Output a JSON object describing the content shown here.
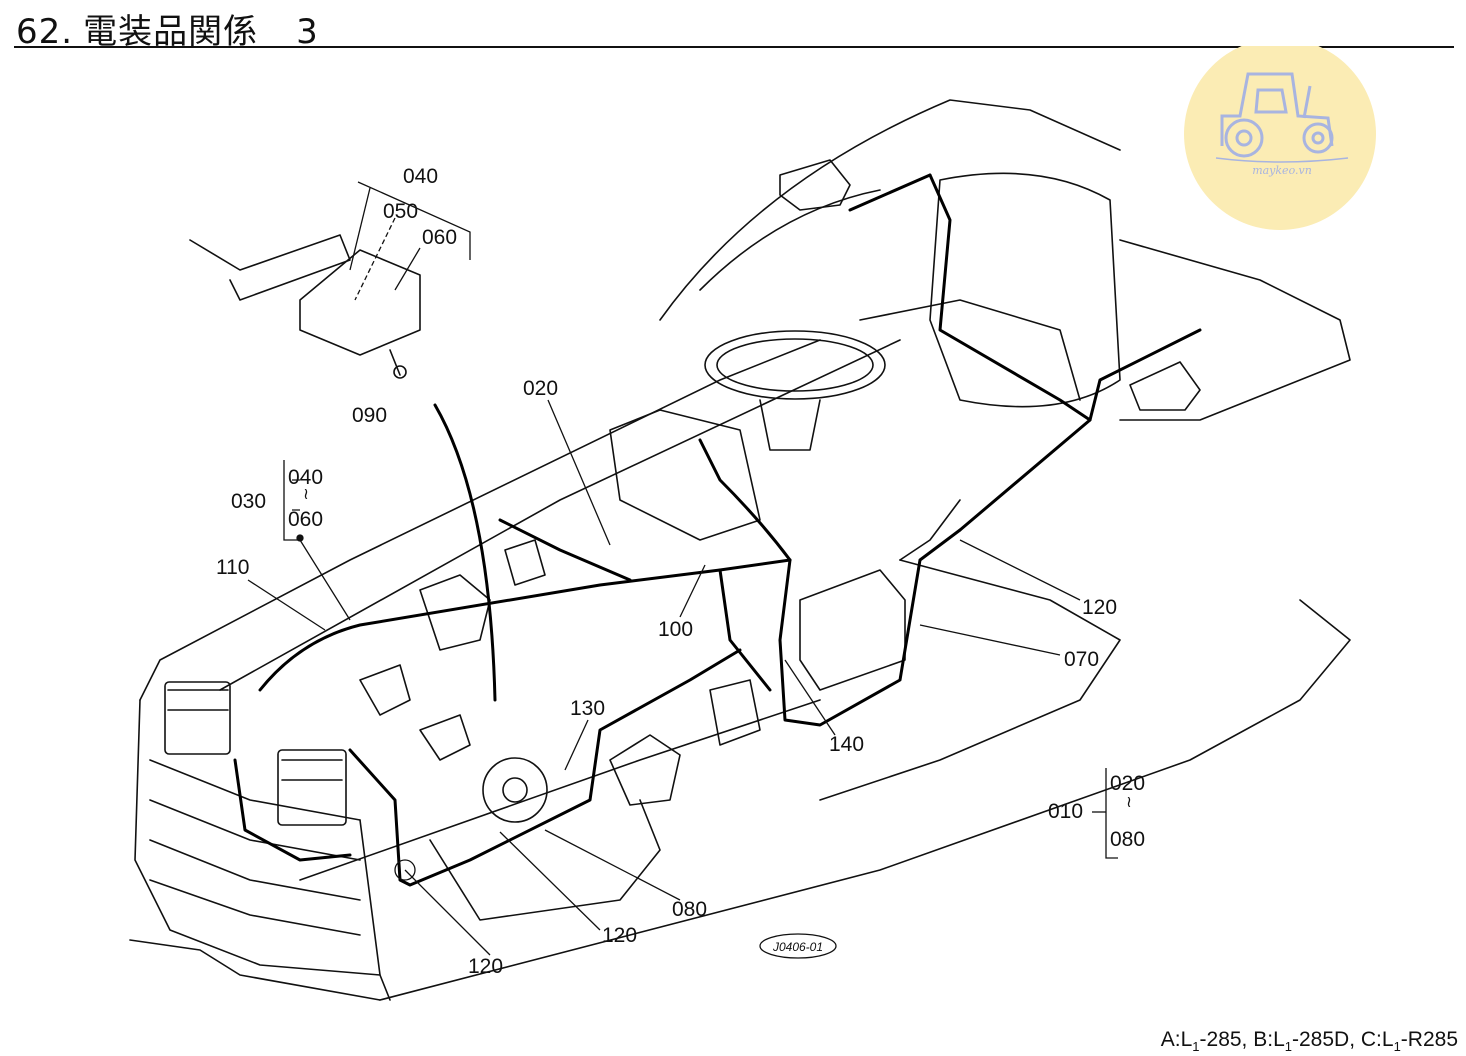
{
  "header": {
    "number": "62.",
    "title": "電装品関係",
    "volume": "3"
  },
  "logo": {
    "text": "maykeo.vn",
    "icon": "tractor-icon",
    "color_bg": "#fbecb4",
    "color_fg": "#a8b4e0"
  },
  "callouts": {
    "c020": "020",
    "c040": "040",
    "c050": "050",
    "c060": "060",
    "c090": "090",
    "c030": "030",
    "c030_from": "040",
    "c030_to": "060",
    "c110": "110",
    "c100": "100",
    "c120a": "120",
    "c070": "070",
    "c130": "130",
    "c140": "140",
    "c010": "010",
    "c010_from": "020",
    "c010_to": "080",
    "c080": "080",
    "c120b": "120",
    "c120c": "120"
  },
  "figure_code": "J0406-01",
  "footer": {
    "a_prefix": "A:L",
    "a_sub": "1",
    "a_suffix": "-285,",
    "b_prefix": "B:L",
    "b_sub": "1",
    "b_suffix": "-285D,",
    "c_prefix": "C:L",
    "c_sub": "1",
    "c_suffix": "-R285"
  }
}
